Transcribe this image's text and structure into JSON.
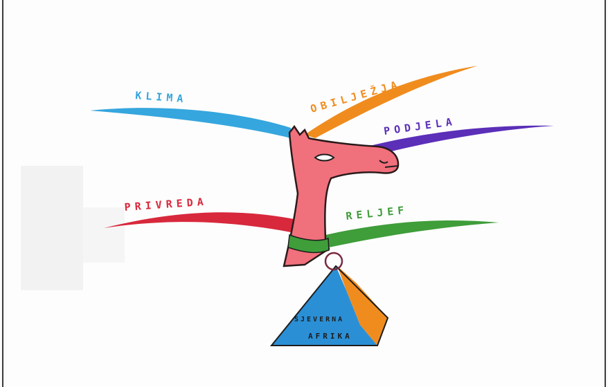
{
  "mindmap": {
    "center": {
      "figure": "llama-head-icon",
      "label_line1": "SJEVERNA",
      "label_line2": "AFRIKA"
    },
    "branches": [
      {
        "id": "klima",
        "label": "KLIMA",
        "color": "#36a6de"
      },
      {
        "id": "obiljezja",
        "label": "OBILJEŽJA",
        "color": "#f08c1e"
      },
      {
        "id": "podjela",
        "label": "PODJELA",
        "color": "#5b2fb8"
      },
      {
        "id": "privreda",
        "label": "PRIVREDA",
        "color": "#d8283c"
      },
      {
        "id": "reljef",
        "label": "RELJEF",
        "color": "#3f9d3a"
      }
    ],
    "colors": {
      "head": "#f0707c",
      "collar": "#3f9d3a",
      "triangle_left": "#2b8fd6",
      "triangle_right": "#f08c1e"
    }
  }
}
